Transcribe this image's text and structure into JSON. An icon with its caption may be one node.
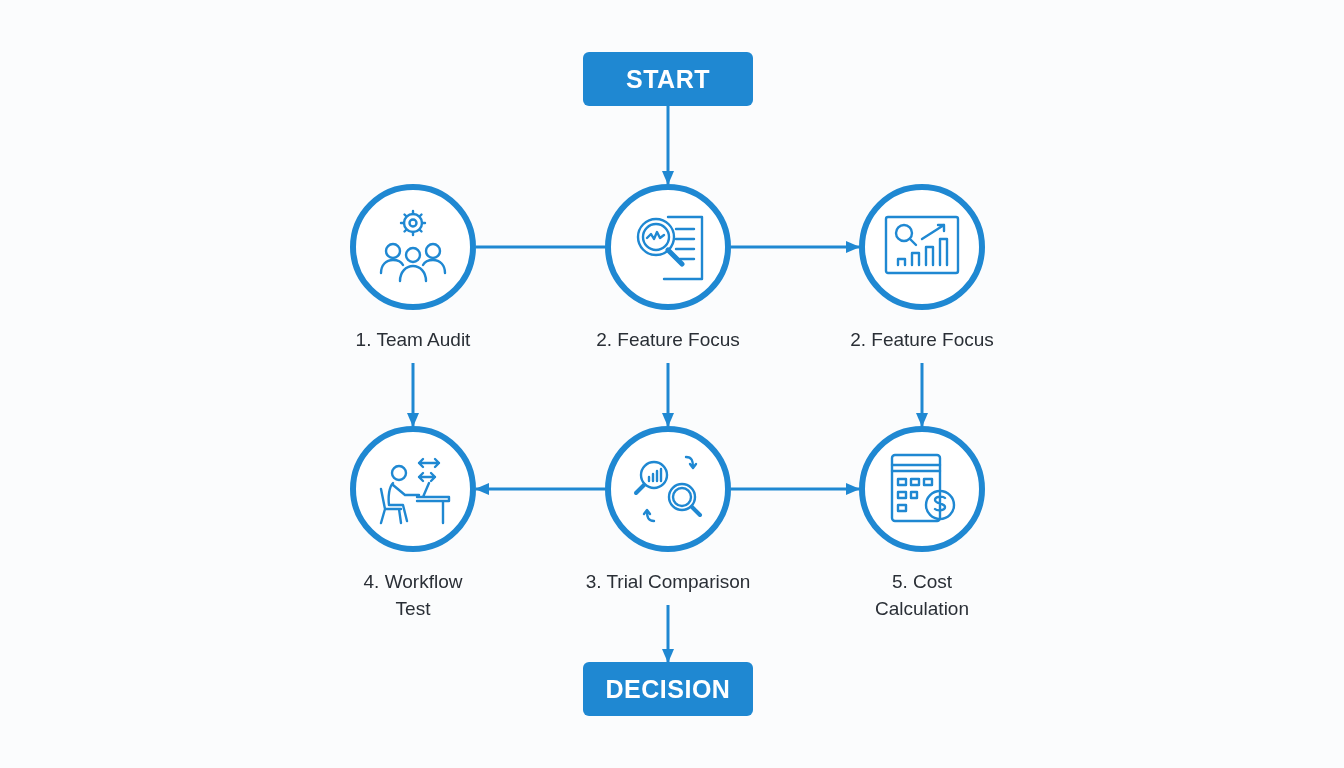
{
  "diagram": {
    "nodes": [
      {
        "text": [
          "START"
        ]
      },
      {
        "text": [
          "1. Team Audit"
        ]
      },
      {
        "text": [
          "2. Feature Focus"
        ]
      },
      {
        "text": [
          "2. Feature Focus"
        ]
      },
      {
        "text": [
          "4. Workflow Test"
        ]
      },
      {
        "text": [
          "3. Trial Comparison"
        ]
      },
      {
        "text": [
          "5. Cost Calculation"
        ]
      },
      {
        "text": [
          "DECISION"
        ]
      }
    ],
    "edges": [
      {
        "from": 0,
        "to": 2,
        "arrow": "to"
      },
      {
        "from": 1,
        "to": 2,
        "arrow": "none"
      },
      {
        "from": 2,
        "to": 3,
        "arrow": "to"
      },
      {
        "from": 1,
        "to": 4,
        "arrow": "to"
      },
      {
        "from": 2,
        "to": 5,
        "arrow": "to"
      },
      {
        "from": 3,
        "to": 6,
        "arrow": "to"
      },
      {
        "from": 5,
        "to": 4,
        "arrow": "to"
      },
      {
        "from": 5,
        "to": 6,
        "arrow": "to"
      },
      {
        "from": 5,
        "to": 7,
        "arrow": "to"
      }
    ]
  }
}
